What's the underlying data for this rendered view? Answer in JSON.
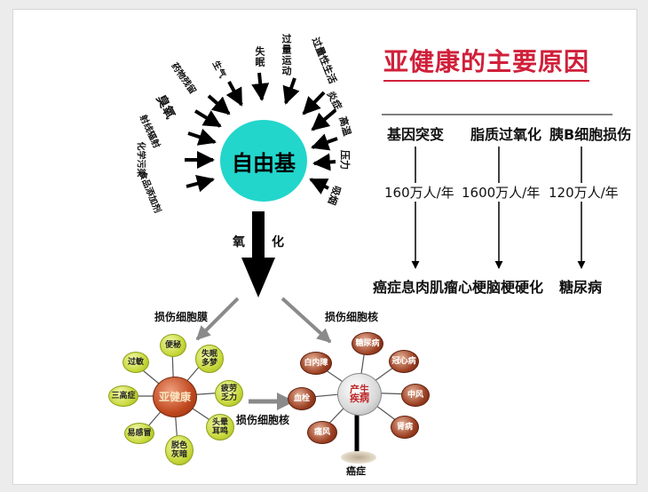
{
  "center": {
    "label": "自由基"
  },
  "causes": {
    "food": "食品添加剂",
    "chem": "化学污染",
    "rad": "射线辐射",
    "odor": "臭氧",
    "med": "药物残留",
    "cold": "生气",
    "insomnia": "失眠",
    "exercise": "过量运动",
    "overwork": "过量性生活",
    "inflam": "炎症",
    "heat": "高温",
    "pressure": "压力",
    "smoke": "吸烟"
  },
  "oxidation": {
    "left": "氧",
    "right": "化"
  },
  "main_title": "亚健康的主要原因",
  "columns": [
    {
      "head": "基因突变",
      "rate": "160万人/年",
      "disease": "癌症息肉肌瘤"
    },
    {
      "head": "脂质过氧化",
      "rate": "1600万人/年",
      "disease": "心梗脑梗硬化"
    },
    {
      "head": "胰B细胞损伤",
      "rate": "120万人/年",
      "disease": "糖尿病"
    }
  ],
  "membrane_label": "损伤细胞膜",
  "nucleus_label": "损伤细胞核",
  "nucleus_label_mid": "损伤细胞核",
  "left_cluster": {
    "center": "亚健康",
    "nodes": [
      "便秘",
      "失眠多梦",
      "疲劳乏力",
      "头晕耳鸣",
      "脱色灰暗",
      "易感冒",
      "三高症",
      "过敏"
    ]
  },
  "right_cluster": {
    "center": "产生疾病",
    "nodes": [
      "糖尿病",
      "冠心病",
      "中风",
      "肾病",
      "痛风",
      "血栓",
      "白内障"
    ],
    "bottom": "癌症"
  },
  "colors": {
    "accent_red": "#d0203a",
    "cyan": "#22d6cc",
    "green": "#c7d83a",
    "brown": "#9c4023"
  }
}
